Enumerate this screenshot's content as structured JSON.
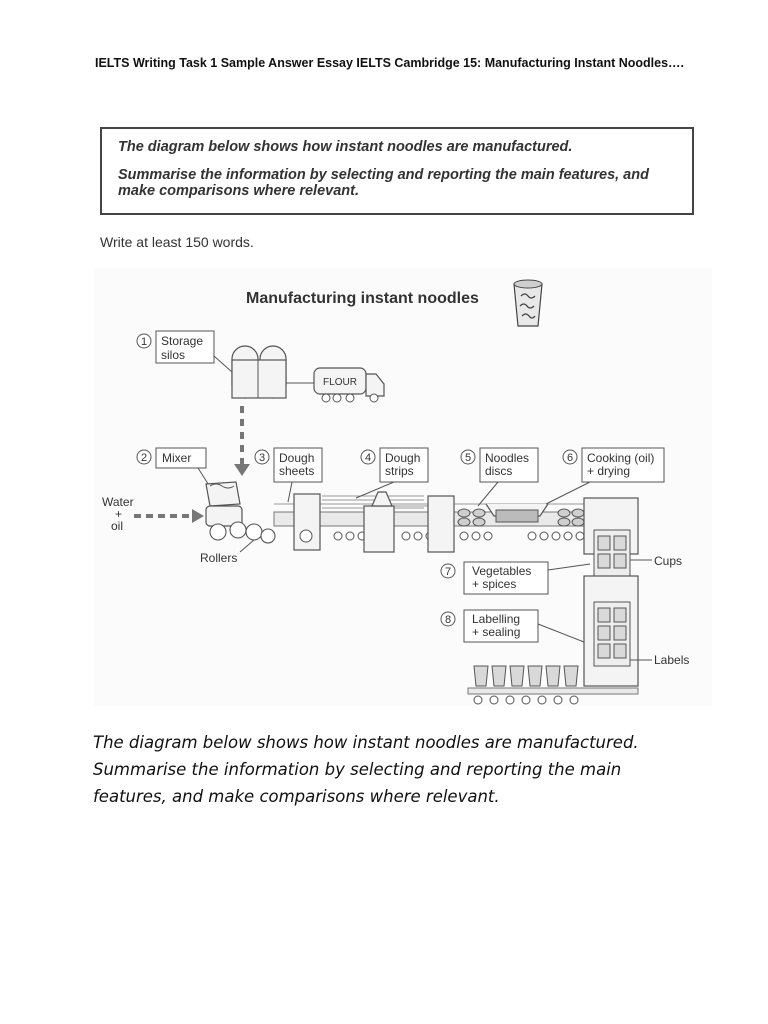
{
  "header": {
    "title": "IELTS Writing Task 1 Sample Answer Essay IELTS Cambridge 15: Manufacturing Instant Noodles…."
  },
  "task": {
    "line1": "The diagram below shows how instant noodles are manufactured.",
    "line2": "Summarise the information by selecting and reporting the main features, and make comparisons where relevant.",
    "word_count": "Write at least 150 words."
  },
  "diagram": {
    "title": "Manufacturing instant noodles",
    "flour_label": "FLOUR",
    "water_label": [
      "Water",
      "+",
      "oil"
    ],
    "rollers_label": "Rollers",
    "cups_label": "Cups",
    "labels_label": "Labels",
    "steps": [
      {
        "num": "1",
        "lines": [
          "Storage",
          "silos"
        ]
      },
      {
        "num": "2",
        "lines": [
          "Mixer"
        ]
      },
      {
        "num": "3",
        "lines": [
          "Dough",
          "sheets"
        ]
      },
      {
        "num": "4",
        "lines": [
          "Dough",
          "strips"
        ]
      },
      {
        "num": "5",
        "lines": [
          "Noodles",
          "discs"
        ]
      },
      {
        "num": "6",
        "lines": [
          "Cooking (oil)",
          "+ drying"
        ]
      },
      {
        "num": "7",
        "lines": [
          "Vegetables",
          "+ spices"
        ]
      },
      {
        "num": "8",
        "lines": [
          "Labelling",
          "+ sealing"
        ]
      }
    ]
  },
  "body": {
    "text": "The diagram below shows how instant noodles are manufactured. Summarise the information by selecting and reporting the main features, and make comparisons where relevant."
  }
}
